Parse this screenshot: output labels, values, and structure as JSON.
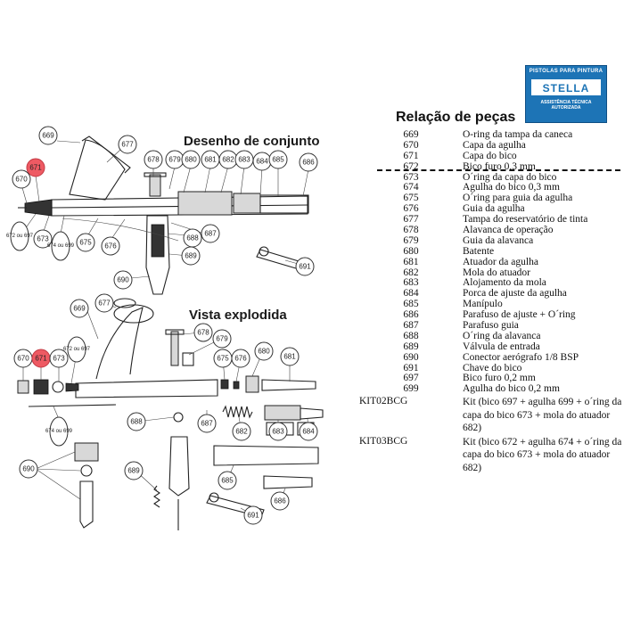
{
  "logo": {
    "top_text": "PISTOLAS PARA PINTURA",
    "brand": "STELLA",
    "bottom_text": "ASSISTÊNCIA TÉCNICA AUTORIZADA"
  },
  "headings": {
    "assembly": "Desenho de conjunto",
    "exploded": "Vista explodida",
    "parts_list": "Relação de peças"
  },
  "highlight_color": "#ee5a63",
  "highlighted_part": "671",
  "assembly_labels": [
    "669",
    "677",
    "671",
    "670",
    "673",
    "674 ou 699",
    "675",
    "676",
    "678",
    "679",
    "680",
    "681",
    "682",
    "683",
    "684",
    "685",
    "686",
    "672 ou 697",
    "688",
    "687",
    "689",
    "690",
    "691"
  ],
  "exploded_labels": [
    "669",
    "677",
    "678",
    "679",
    "680",
    "681",
    "670",
    "671",
    "673",
    "672 ou 697",
    "674 ou 699",
    "675",
    "676",
    "688",
    "687",
    "682",
    "683",
    "684",
    "685",
    "686",
    "689",
    "690",
    "691"
  ],
  "parts": [
    {
      "code": "669",
      "desc": "O-ring da tampa da caneca"
    },
    {
      "code": "670",
      "desc": "Capa da agulha"
    },
    {
      "code": "671",
      "desc": "Capa do bico"
    },
    {
      "code": "672",
      "desc": "Bico furo 0,3 mm"
    },
    {
      "code": "673",
      "desc": "O´ring da capa do bico"
    },
    {
      "code": "674",
      "desc": "Agulha do bico 0,3 mm"
    },
    {
      "code": "675",
      "desc": "O´ring para guia da agulha"
    },
    {
      "code": "676",
      "desc": "Guia da agulha"
    },
    {
      "code": "677",
      "desc": "Tampa do reservatório de tinta"
    },
    {
      "code": "678",
      "desc": "Alavanca de operação"
    },
    {
      "code": "679",
      "desc": "Guia da alavanca"
    },
    {
      "code": "680",
      "desc": "Batente"
    },
    {
      "code": "681",
      "desc": "Atuador da agulha"
    },
    {
      "code": "682",
      "desc": "Mola do atuador"
    },
    {
      "code": "683",
      "desc": "Alojamento da mola"
    },
    {
      "code": "684",
      "desc": "Porca de ajuste da agulha"
    },
    {
      "code": "685",
      "desc": "Manípulo"
    },
    {
      "code": "686",
      "desc": "Parafuso de ajuste + O´ring"
    },
    {
      "code": "687",
      "desc": "Parafuso guia"
    },
    {
      "code": "688",
      "desc": "O´ring da alavanca"
    },
    {
      "code": "689",
      "desc": "Válvula de entrada"
    },
    {
      "code": "690",
      "desc": "Conector aerógrafo 1/8 BSP"
    },
    {
      "code": "691",
      "desc": "Chave do bico"
    },
    {
      "code": "697",
      "desc": "Bico furo 0,2 mm"
    },
    {
      "code": "699",
      "desc": "Agulha do bico 0,2 mm"
    }
  ],
  "kits": [
    {
      "code": "KIT02BCG",
      "desc": "Kit (bico 697 + agulha 699 + o´ring da capa do bico 673 + mola do atuador 682)"
    },
    {
      "code": "KIT03BCG",
      "desc": "Kit (bico 672 + agulha 674 + o´ring da capa do bico 673 + mola do atuador 682)"
    }
  ]
}
